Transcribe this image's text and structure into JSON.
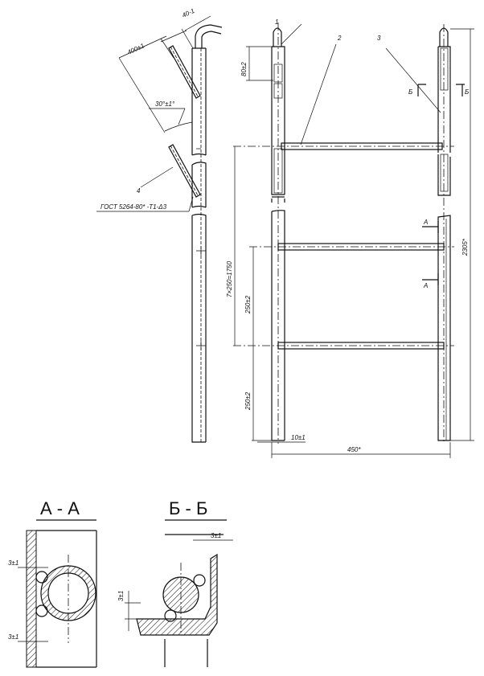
{
  "side_view": {
    "dim_length": "400±1",
    "dim_offset": "40-1",
    "angle": "30°±1°",
    "callout_4": "4",
    "weld_note": "ГОСТ 5264-80* -Т1-Δ3"
  },
  "front_view": {
    "callout_1": "1",
    "callout_2": "2",
    "callout_3": "3",
    "dim_80": "80±2",
    "dim_pitch_total": "7×250=1750",
    "dim_250_a": "250±2",
    "dim_250_b": "250±2",
    "dim_10": "10±1",
    "dim_width": "450*",
    "dim_height": "2305*",
    "section_mark_a": "А",
    "section_mark_b": "Б"
  },
  "section_aa": {
    "title": "А - А",
    "dim_top": "3±1",
    "dim_bottom": "3±1"
  },
  "section_bb": {
    "title": "Б - Б",
    "dim_top": "3±1",
    "dim_side": "3±1"
  }
}
